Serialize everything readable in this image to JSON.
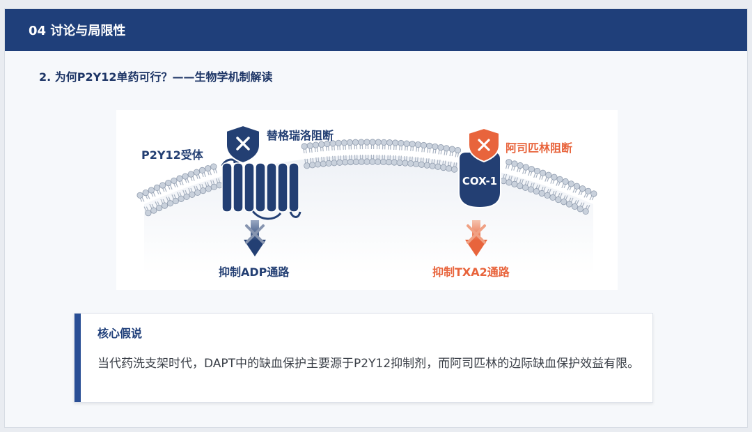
{
  "header": {
    "title": "04  讨论与局限性"
  },
  "subtitle": "2. 为何P2Y12单药可行？——生物学机制解读",
  "figure": {
    "p2y12_label": "P2Y12受体",
    "ticagrelor_label": "替格瑞洛阻断",
    "aspirin_label": "阿司匹林阻断",
    "cox_label": "COX-1",
    "adp_label": "抑制ADP通路",
    "txa2_label": "抑制TXA2通路",
    "colors": {
      "navy": "#233f73",
      "orange": "#e8643c",
      "membrane": "#c9d1dc"
    },
    "icons": [
      "shield-x-icon-navy",
      "shield-x-icon-orange"
    ]
  },
  "callout": {
    "title": "核心假说",
    "body": "当代药洗支架时代，DAPT中的缺血保护主要源于P2Y12抑制剂，而阿司匹林的边际缺血保护效益有限。"
  }
}
